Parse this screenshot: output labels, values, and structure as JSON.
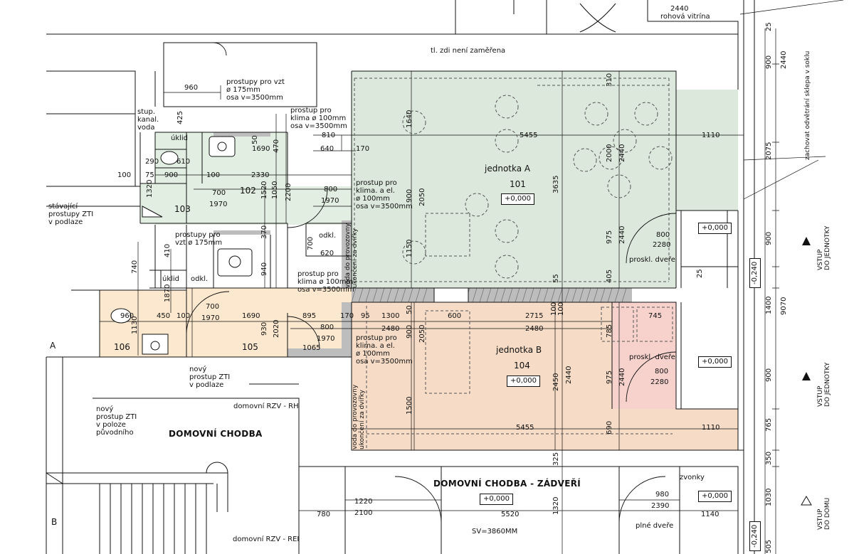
{
  "header": {
    "vitrina_dim": "2440",
    "vitrina_label": "rohová vitrína",
    "wall_note": "tl. zdi není zaměřena",
    "ventilation_note": "zachovat odvětrání sklepa v soklu"
  },
  "units": {
    "a": {
      "name": "jednotka A",
      "number": "101",
      "level": "+0,000"
    },
    "b": {
      "name": "jednotka B",
      "number": "104",
      "level": "+0,000"
    }
  },
  "rooms": {
    "r102": "102",
    "r103": "103",
    "r105": "105",
    "r106": "106",
    "uklid_top": "úklid",
    "uklid_bottom": "úklid",
    "odkl_top": "odkl.",
    "odkl_bottom": "odkl.",
    "a_letter": "A",
    "b_letter": "B"
  },
  "notes": {
    "vzt1": "prostupy pro vzt\nø 175mm\nosa v=3500mm",
    "vzt2": "prostupy pro\nvzt ø 175mm",
    "stup": "stup.\nkanal.\nvoda",
    "klima1": "prostup pro\nklima ø 100mm\nosa v=3500mm",
    "klima2": "prostup pro\nklima ø 100mm\nosa v=3500mm",
    "klima_el_a": "prostup pro\nklima. a el.\nø 100mm\nosa v=3500mm",
    "klima_el_b": "prostup pro\nklima. a el.\nø 100mm\nosa v=3500mm",
    "zti_exist": "stávající\nprostupy ZTI\nv podlaze",
    "zti_new": "nový\nprostup ZTI\nv podlaze",
    "zti_new_pos": "nový\nprostup ZTI\nv poloze\npůvodního",
    "water_a": "voda do provozovny\nukončení za dvířky",
    "water_b": "voda do provozovny\nukončení za dvířky",
    "proskl_a": "proskl. dveře",
    "proskl_b": "proskl. dveře",
    "plne": "plné dveře",
    "zvonky": "zvonky",
    "sv": "SV=3860MM"
  },
  "corridor": {
    "main": "DOMOVNÍ CHODBA",
    "rear": "DOMOVNÍ CHODBA - ZÁDVEŘÍ",
    "rzv_rh": "domovní RZV - RH",
    "rzv_rei": "domovní RZV - REI",
    "level": "+0,000"
  },
  "entrances": {
    "level1": "+0,000",
    "level2": "+0,000",
    "level3": "+0,000",
    "vstup_jednotky": "VSTUP\nDO JEDNOTKY",
    "vstup_domu": "VSTUP\nDO DOMU",
    "minus1": "-0,240",
    "minus2": "-0,240"
  },
  "dims_h": {
    "d960": "960",
    "d5455a": "5455",
    "d1110a": "1110",
    "d810": "810",
    "d640": "640",
    "d170a": "170",
    "d1690a": "1690",
    "d2330": "2330",
    "d700a": "700",
    "d1970a": "1970",
    "d800a": "800",
    "d1970b": "1970",
    "d290": "290",
    "d610": "610",
    "d75": "75",
    "d900a": "900",
    "d100a": "100",
    "d100b": "100",
    "d620": "620",
    "d800b": "800",
    "d2280a": "2280",
    "d960b": "960",
    "d450": "450",
    "d100c": "100",
    "d700b": "700",
    "d1970c": "1970",
    "d1690b": "1690",
    "d895": "895",
    "d170b": "170",
    "d95": "95",
    "d1300": "1300",
    "d600": "600",
    "d2715": "2715",
    "d745": "745",
    "d2480a": "2480",
    "d2480b": "2480",
    "d800c": "800",
    "d1970d": "1970",
    "d1065": "1065",
    "d800d": "800",
    "d2280b": "2280",
    "d5455b": "5455",
    "d1110b": "1110",
    "d1220": "1220",
    "d2100": "2100",
    "d780": "780",
    "d5520": "5520",
    "d980": "980",
    "d2390": "2390",
    "d1140": "1140"
  },
  "dims_v": {
    "v25a": "25",
    "v2440": "2440",
    "v900a": "900",
    "v310": "310",
    "v1640": "1640",
    "v2000": "2000",
    "v2440b": "2440",
    "v2075": "2075",
    "v425": "425",
    "v50": "50",
    "v470": "470",
    "v1320": "1320",
    "v1050": "1050",
    "v1520": "1520",
    "v2200": "2200",
    "v900b": "900",
    "v2050a": "2050",
    "v3635": "3635",
    "v1150": "1150",
    "v975a": "975",
    "v2440c": "2440",
    "v900c": "900",
    "v405": "405",
    "v55": "55",
    "v410": "410",
    "v740": "740",
    "v700": "700",
    "v370": "370",
    "v940": "940",
    "v1870": "1870",
    "v1130": "1130",
    "v930": "930",
    "v2020": "2020",
    "v50b": "50",
    "v900d": "900",
    "v2050b": "2050",
    "v100a": "100",
    "v100b": "100",
    "v785": "785",
    "v1400": "1400",
    "v25b": "25",
    "v9070": "9070",
    "v1500": "1500",
    "v2450": "2450",
    "v2440d": "2440",
    "v975b": "975",
    "v2440e": "2440",
    "v690": "690",
    "v900e": "900",
    "v765": "765",
    "v350": "350",
    "v325": "325",
    "v1320b": "1320",
    "v1030": "1030",
    "v505": "505"
  }
}
